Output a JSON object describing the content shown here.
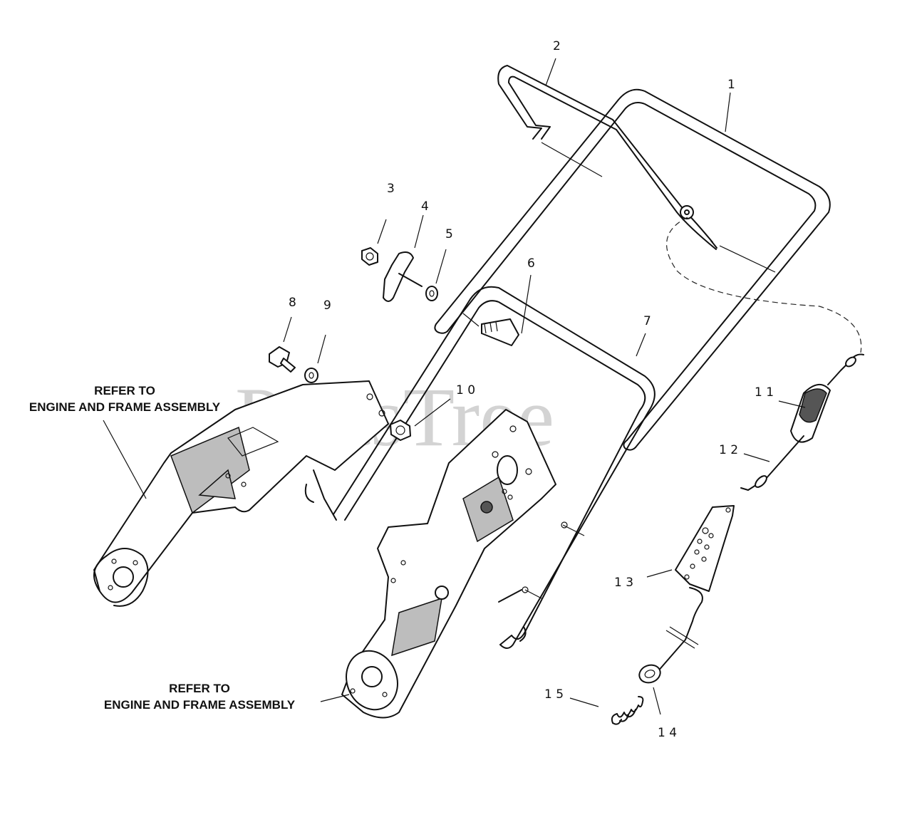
{
  "watermark": "PartsTree",
  "callouts": {
    "c1": "1",
    "c2": "2",
    "c3": "3",
    "c4": "4",
    "c5": "5",
    "c6": "6",
    "c7": "7",
    "c8": "8",
    "c9": "9",
    "c10": "1 0",
    "c11": "1 1",
    "c12": "1 2",
    "c13": "1 3",
    "c14": "1 4",
    "c15": "1 5"
  },
  "notes": {
    "left_line1": "REFER TO",
    "left_line2": "ENGINE AND FRAME ASSEMBLY",
    "right_line1": "REFER TO",
    "right_line2": "ENGINE AND FRAME ASSEMBLY"
  }
}
